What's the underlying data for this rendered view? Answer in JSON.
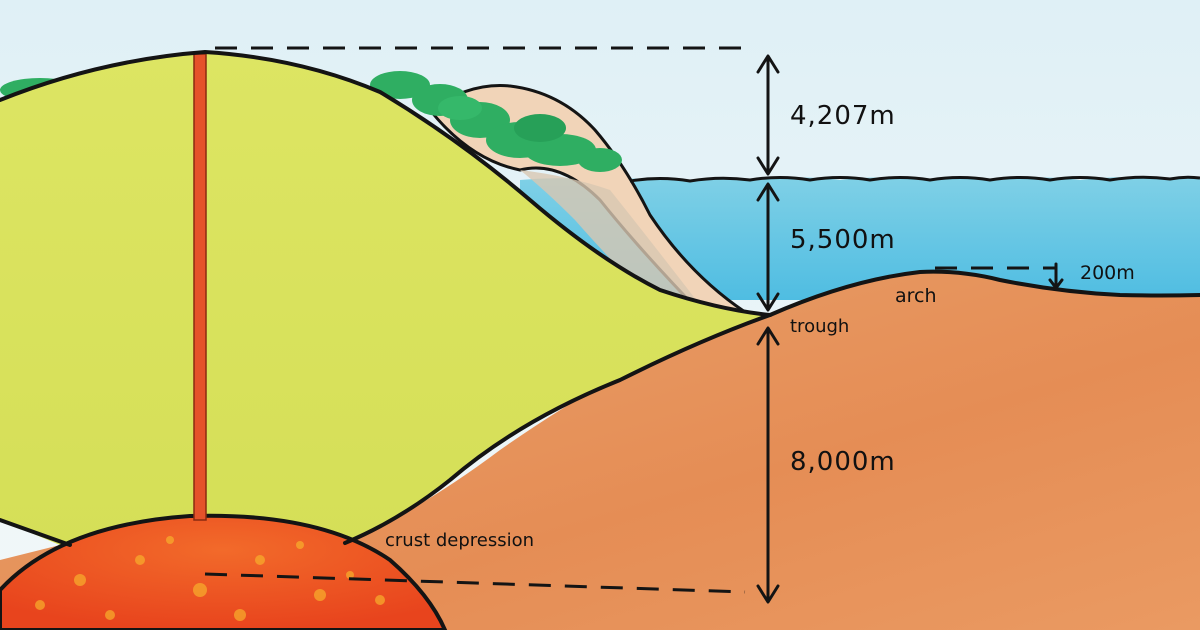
{
  "labels": {
    "height_above_sea": "4,207m",
    "sea_depth": "5,500m",
    "arch_height": "200m",
    "arch": "arch",
    "trough": "trough",
    "crust_thickness": "8,000m",
    "crust_depression": "crust depression"
  },
  "colors": {
    "sky": "#e9f4f8",
    "ocean": "#62c6e4",
    "volcano": "#d9e45b",
    "crust": "#e79a63",
    "magma": "#ee4c21",
    "vegetation": "#2fae62",
    "outline": "#141414"
  }
}
